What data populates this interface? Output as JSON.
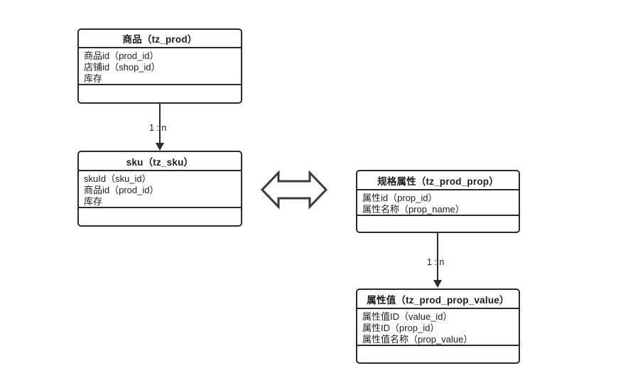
{
  "diagram": {
    "title": "",
    "type": "er-class-diagram",
    "border_color": "#2b2b2b",
    "background_color": "#ffffff",
    "entities": [
      {
        "id": "tz_prod",
        "header": "商品（tz_prod）",
        "attributes": [
          "商品id（prod_id）",
          "店铺id（shop_id）",
          "库存"
        ],
        "methods": []
      },
      {
        "id": "tz_sku",
        "header": "sku（tz_sku）",
        "attributes": [
          "skuId（sku_id）",
          "商品id（prod_id）",
          "库存"
        ],
        "methods": []
      },
      {
        "id": "tz_prod_prop",
        "header": "规格属性（tz_prod_prop）",
        "attributes": [
          "属性id（prop_id）",
          "属性名称（prop_name）"
        ],
        "methods": []
      },
      {
        "id": "tz_prod_prop_value",
        "header": "属性值（tz_prod_prop_value）",
        "attributes": [
          "属性值ID（value_id）",
          "属性ID（prop_id）",
          "属性值名称（prop_value）"
        ],
        "methods": []
      }
    ],
    "relations": [
      {
        "id": "prod-to-sku",
        "label": "1 : n",
        "from": "tz_prod",
        "to": "tz_sku"
      },
      {
        "id": "prop-to-prop-value",
        "label": "1 : n",
        "from": "tz_prod_prop",
        "to": "tz_prod_prop_value"
      }
    ],
    "link_arrow": {
      "id": "sku-prop-link",
      "label": "",
      "shape": "double-headed-arrow"
    }
  }
}
